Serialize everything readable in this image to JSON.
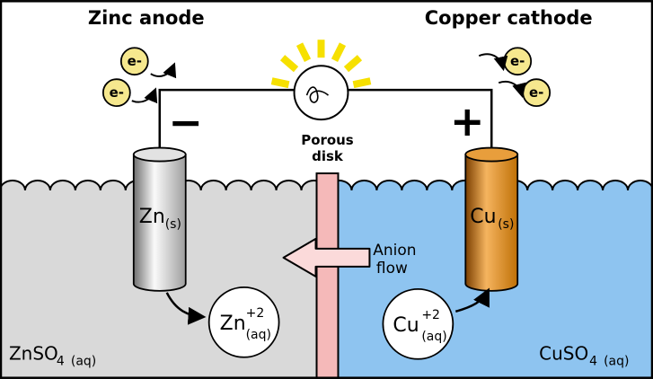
{
  "header": {
    "left_title": "Zinc anode",
    "right_title": "Copper cathode"
  },
  "circuit": {
    "negative_terminal": "−",
    "positive_terminal": "+",
    "electron_label": "e-"
  },
  "porous_disk": {
    "label_line1": "Porous",
    "label_line2": "disk"
  },
  "anion_flow": {
    "label_line1": "Anion",
    "label_line2": "flow"
  },
  "electrodes": {
    "zinc": {
      "symbol": "Zn",
      "state": "(s)"
    },
    "copper": {
      "symbol": "Cu",
      "state": "(s)"
    }
  },
  "ions": {
    "zinc": {
      "symbol": "Zn",
      "charge": "+2",
      "state": "(aq)"
    },
    "copper": {
      "symbol": "Cu",
      "charge": "+2",
      "state": "(aq)"
    }
  },
  "solutions": {
    "left": {
      "formula": "ZnSO",
      "subscript": "4",
      "state": "(aq)"
    },
    "right": {
      "formula": "CuSO",
      "subscript": "4",
      "state": "(aq)"
    }
  },
  "colors": {
    "left_solution": "#d9d9d9",
    "right_solution": "#8ec4f0",
    "porous_disk": "#f5b9b9",
    "anion_arrow": "#fbdada",
    "electron_fill": "#f6e88e",
    "ray_yellow": "#f6e000",
    "zinc_dark": "#6f6f6f",
    "zinc_light": "#fafafa",
    "zinc_mid": "#9e9e9e",
    "zinc_top": "#e2e2e2",
    "copper_dark": "#7b3f00",
    "copper_light": "#f5b45f",
    "copper_mid": "#bf7006",
    "copper_top": "#e89e3c"
  }
}
